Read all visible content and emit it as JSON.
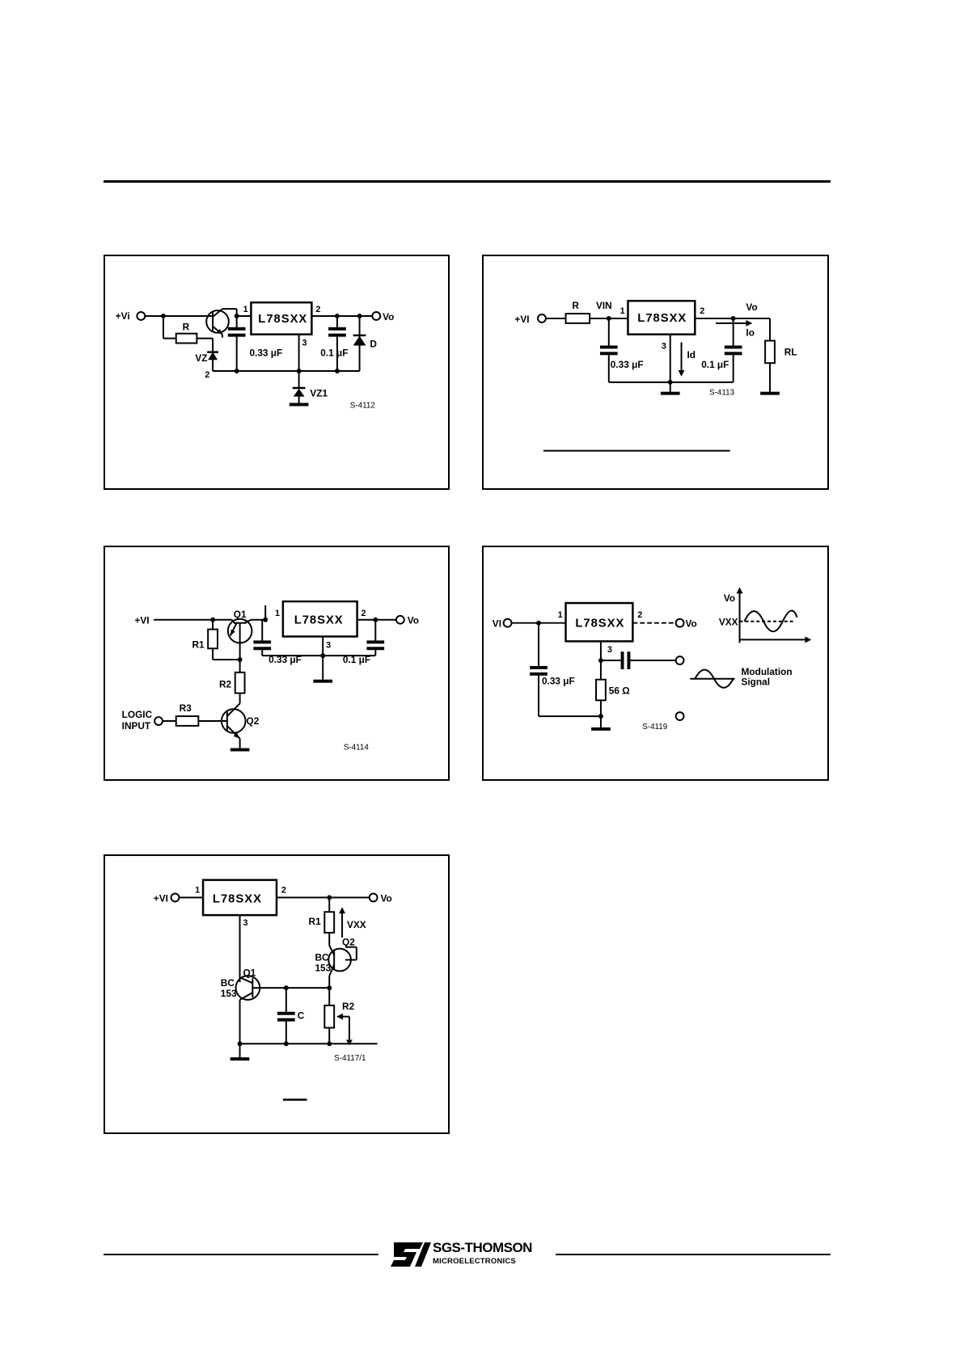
{
  "fig1": {
    "vi": "+Vi",
    "r": "R",
    "vz": "VZ",
    "pin2_left": "2",
    "ic": "L78SXX",
    "p1": "1",
    "p2": "2",
    "p3": "3",
    "c1": "0.33 μF",
    "c2": "0.1 μF",
    "d": "D",
    "vo": "Vo",
    "vz1": "VZ1",
    "code": "S-4112"
  },
  "fig2": {
    "vi": "+VI",
    "r": "R",
    "vin": "VIN",
    "ic": "L78SXX",
    "p1": "1",
    "p2": "2",
    "p3": "3",
    "vo": "Vo",
    "io": "Io",
    "id": "Id",
    "c1": "0.33 μF",
    "c2": "0.1 μF",
    "rl": "RL",
    "code": "S-4113"
  },
  "fig3": {
    "vi": "+VI",
    "q1": "Q1",
    "r1": "R1",
    "r2": "R2",
    "r3": "R3",
    "logic1": "LOGIC",
    "logic2": "INPUT",
    "q2": "Q2",
    "ic": "L78SXX",
    "p1": "1",
    "p2": "2",
    "p3": "3",
    "c1": "0.33 μF",
    "c2": "0.1 μF",
    "vo": "Vo",
    "code": "S-4114"
  },
  "fig4": {
    "vi": "VI",
    "ic": "L78SXX",
    "p1": "1",
    "p2": "2",
    "p3": "3",
    "vo": "Vo",
    "c1": "0.33 μF",
    "r": "56 Ω",
    "wave_vo": "Vo",
    "wave_vxx": "VXX",
    "mod1": "Modulation",
    "mod2": "Signal",
    "code": "S-4119"
  },
  "fig5": {
    "vi": "+VI",
    "ic": "L78SXX",
    "p1": "1",
    "p2": "2",
    "p3": "3",
    "vo": "Vo",
    "r1": "R1",
    "vxx": "VXX",
    "q2": "Q2",
    "bc2a": "BC",
    "bc2b": "153",
    "q1": "Q1",
    "bc1a": "BC",
    "bc1b": "153",
    "c": "C",
    "r2": "R2",
    "code": "S-4117/1"
  },
  "footer": {
    "brand": "SGS-THOMSON",
    "sub": "MICROELECTRONICS"
  }
}
